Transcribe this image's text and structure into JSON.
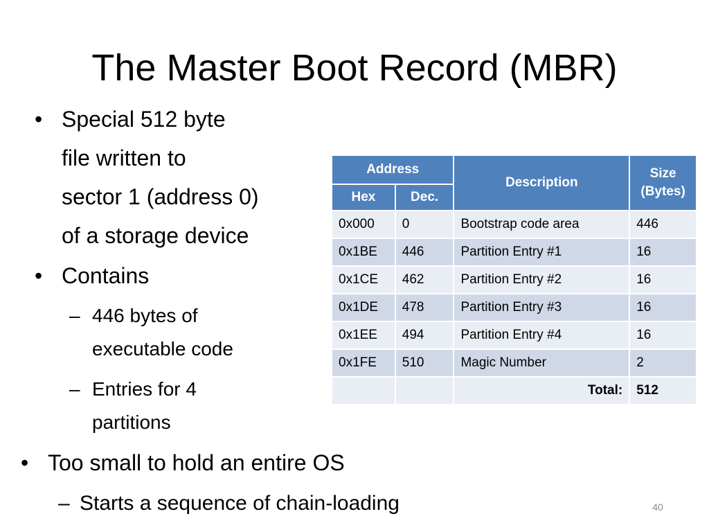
{
  "title": "The Master Boot Record (MBR)",
  "bullets": {
    "b1_lines": [
      "Special 512 byte",
      "file written to",
      "sector 1 (address 0)",
      "of a storage device"
    ],
    "b2": "Contains",
    "b2_subs": [
      [
        "446 bytes of",
        "executable code"
      ],
      [
        "Entries for 4",
        "partitions"
      ]
    ],
    "b3": "Too small to hold an entire OS",
    "b3_sub": "Starts a sequence of chain-loading",
    "bullet_char": "•",
    "dash_char": "–"
  },
  "table": {
    "header": {
      "address": "Address",
      "hex": "Hex",
      "dec": "Dec.",
      "description": "Description",
      "size_line1": "Size",
      "size_line2": "(Bytes)"
    },
    "rows": [
      {
        "hex": "0x000",
        "dec": "0",
        "desc": "Bootstrap code area",
        "size": "446"
      },
      {
        "hex": "0x1BE",
        "dec": "446",
        "desc": "Partition Entry #1",
        "size": "16"
      },
      {
        "hex": "0x1CE",
        "dec": "462",
        "desc": "Partition Entry #2",
        "size": "16"
      },
      {
        "hex": "0x1DE",
        "dec": "478",
        "desc": "Partition Entry #3",
        "size": "16"
      },
      {
        "hex": "0x1EE",
        "dec": "494",
        "desc": "Partition Entry #4",
        "size": "16"
      },
      {
        "hex": "0x1FE",
        "dec": "510",
        "desc": "Magic Number",
        "size": "2"
      }
    ],
    "total_label": "Total:",
    "total_value": "512"
  },
  "page_number": "40",
  "colors": {
    "header_fill": "#4f81bd",
    "row_light": "#e9edf4",
    "row_dark": "#d0d8e8"
  }
}
